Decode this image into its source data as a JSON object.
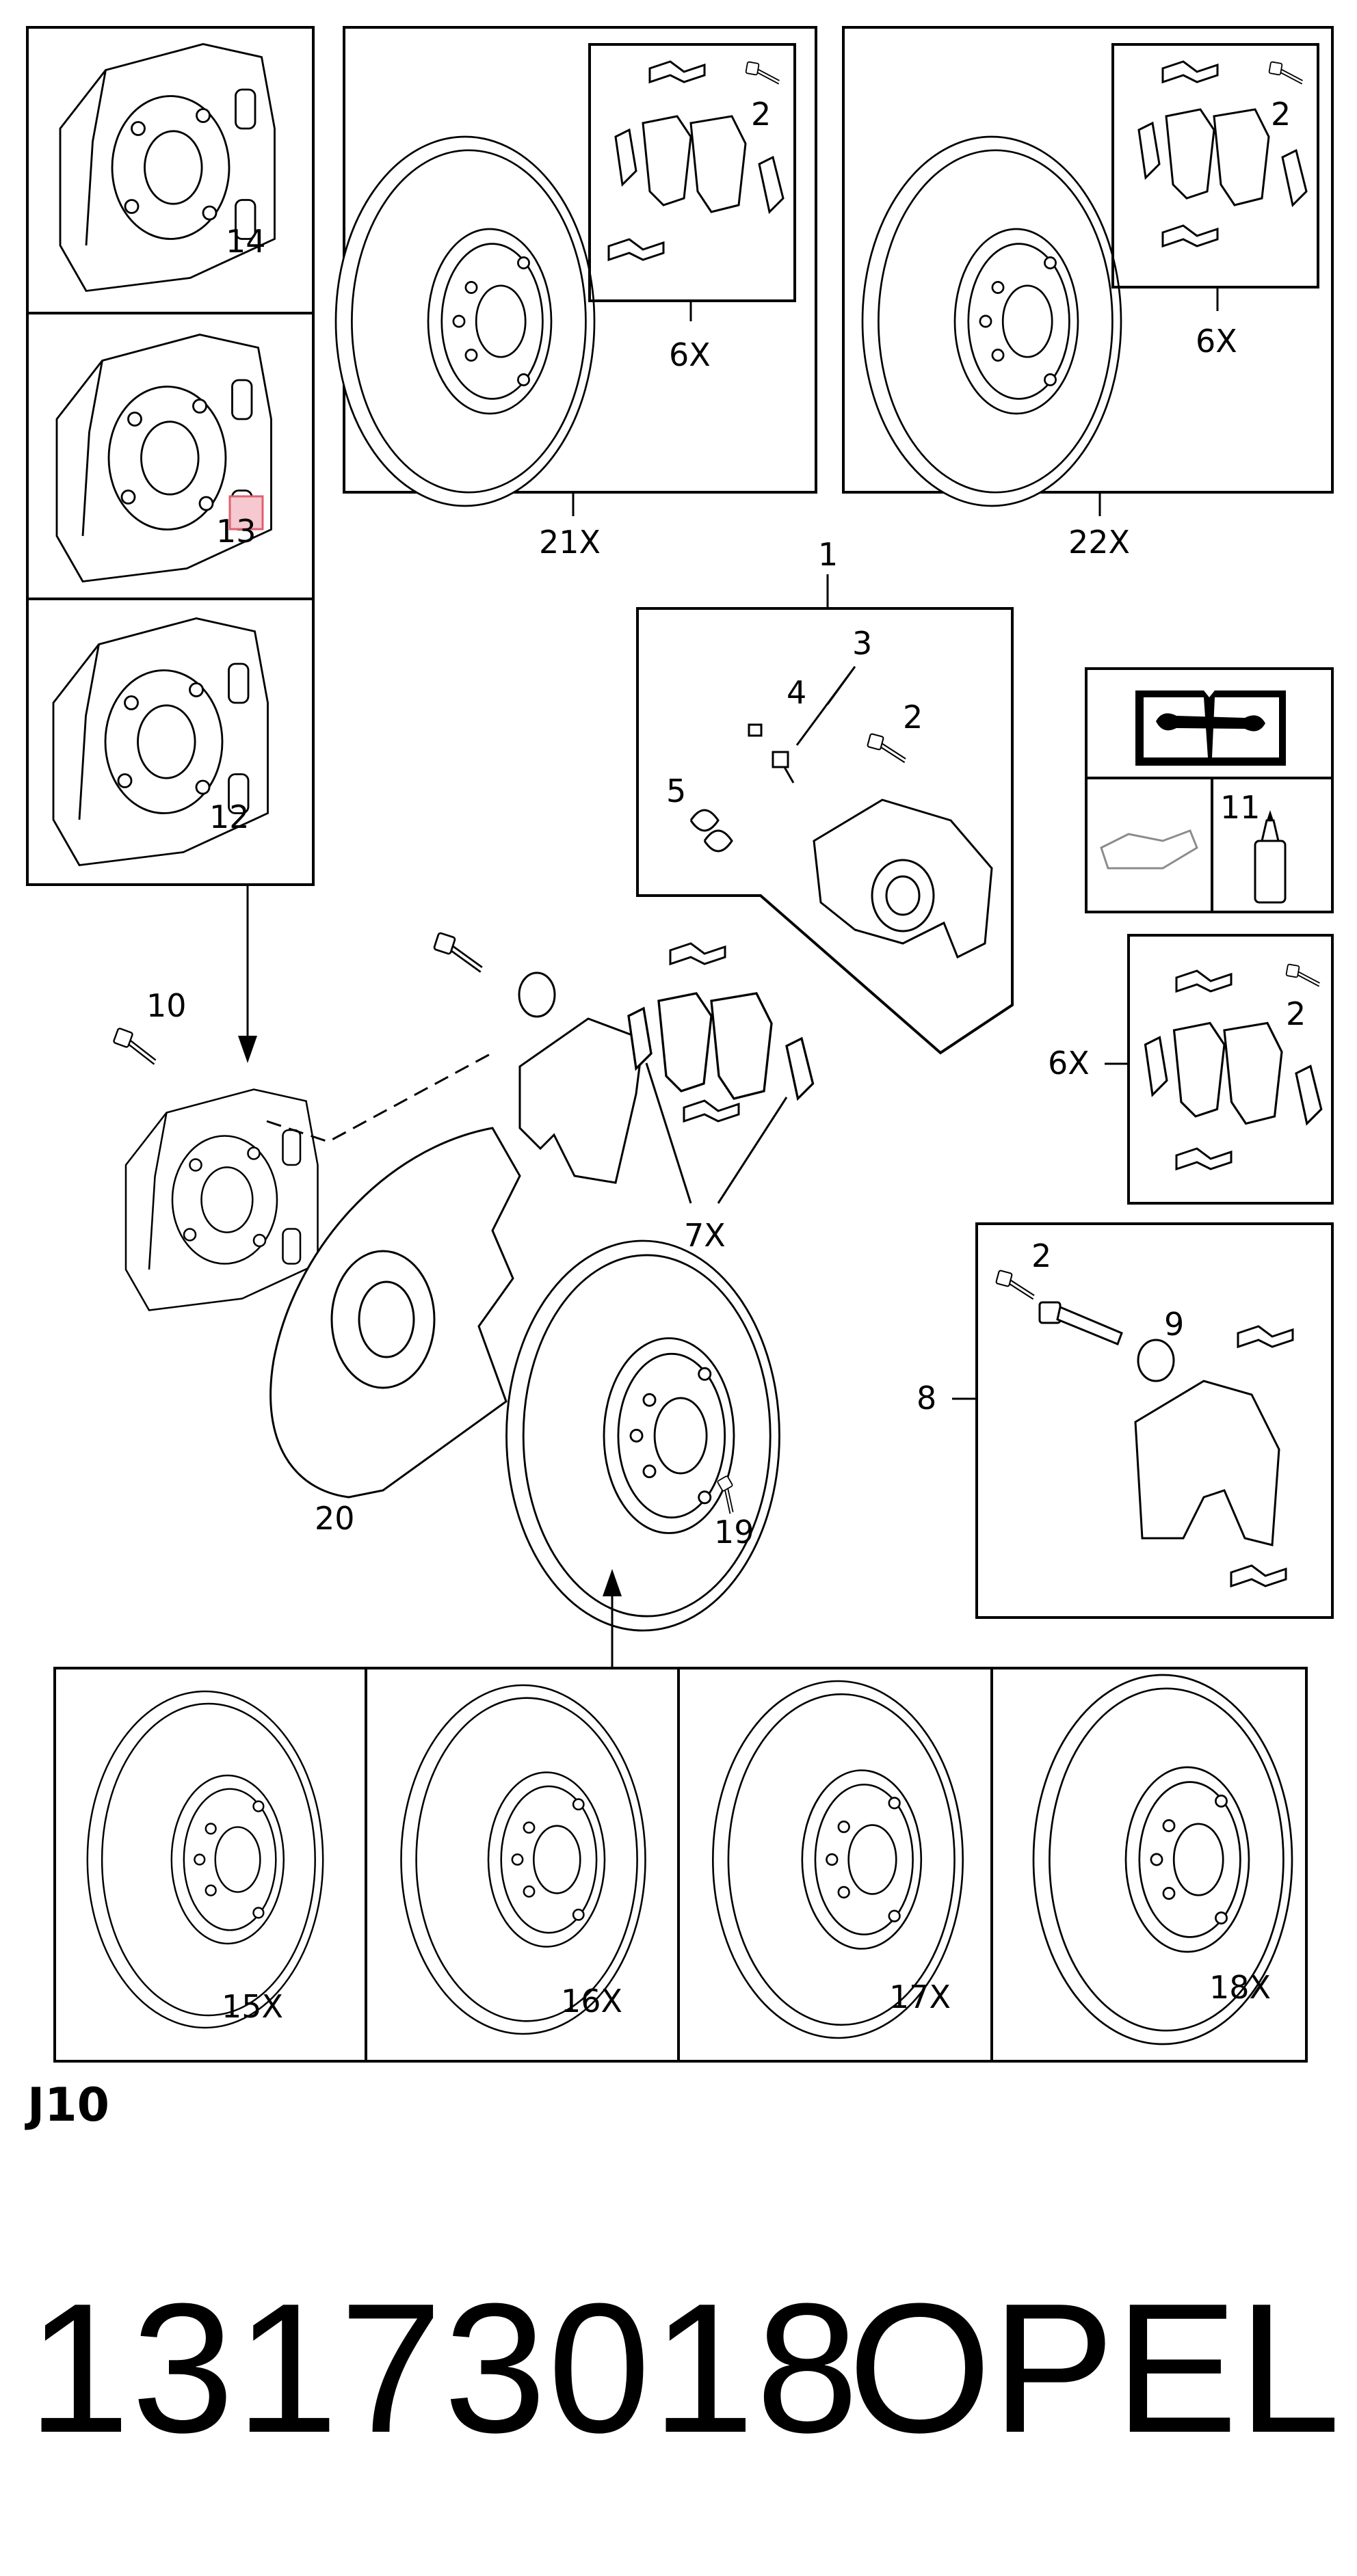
{
  "diagram": {
    "section_code": "J10",
    "callouts": {
      "c14": "14",
      "c13": "13",
      "c12": "12",
      "c21x": "21X",
      "c22x": "22X",
      "c6x_a": "6X",
      "c6x_b": "6X",
      "c6x_c": "6X",
      "c2_a": "2",
      "c2_b": "2",
      "c2_c": "2",
      "c2_d": "2",
      "c2_e": "2",
      "c1": "1",
      "c3": "3",
      "c4": "4",
      "c5": "5",
      "c11": "11",
      "c10": "10",
      "c7x": "7X",
      "c8": "8",
      "c9": "9",
      "c19": "19",
      "c20": "20",
      "c15x": "15X",
      "c16x": "16X",
      "c17x": "17X",
      "c18x": "18X"
    },
    "highlight_color": "#e06070",
    "icons": [
      "repair-manual-icon",
      "brake-fluid-bottle-icon",
      "oil-can-icon"
    ]
  },
  "footer": {
    "part_number": "13173018",
    "brand": "OPEL"
  }
}
